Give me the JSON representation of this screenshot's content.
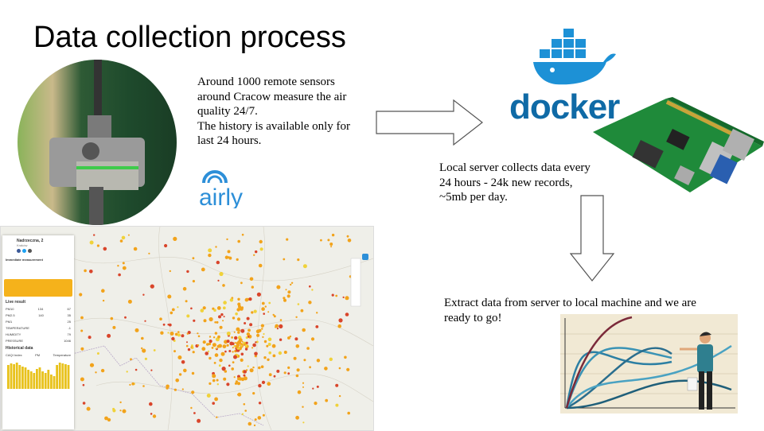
{
  "slide": {
    "title": "Data collection process",
    "sensor_text": [
      "Around 1000 remote sensors",
      "around Cracow measure the air",
      "quality 24/7.",
      "The history is available only for",
      "last 24 hours."
    ],
    "server_text": [
      "Local server collects data every",
      "24 hours - 24k new records,",
      "~5mb per day."
    ],
    "extract_text": [
      "Extract data from server to local machine and we are",
      "ready to go!"
    ],
    "airly_logo": "airly",
    "docker_logo": "docker"
  },
  "airly_panel": {
    "location": "Nadrzeczna, 2",
    "city": "Kraków",
    "section_measurement": "Immediate measurement",
    "live_result": "Live result",
    "rows": [
      {
        "label": "PM10",
        "v1": "134",
        "v2": "67"
      },
      {
        "label": "PM2.5",
        "v1": "140",
        "v2": "35"
      },
      {
        "label": "PM1",
        "v1": "",
        "v2": "25"
      },
      {
        "label": "TEMPERATURE",
        "v1": "",
        "v2": "-1"
      },
      {
        "label": "HUMIDITY",
        "v1": "",
        "v2": "79"
      },
      {
        "label": "PRESSURE",
        "v1": "",
        "v2": "1046"
      }
    ],
    "historical": "Historical data",
    "tabs": [
      "CAQI Index",
      "PM",
      "Temperature"
    ]
  },
  "colors": {
    "docker_blue": "#0f6aa6",
    "airly_blue": "#2d8fd8",
    "arrow_fill": "#ffffff",
    "arrow_stroke": "#555555",
    "map_dot_orange": "#f2a31b",
    "map_dot_red": "#d9452b",
    "bar_yellow": "#e8c21c"
  },
  "icons": [
    "docker-whale-icon",
    "arrow-right-icon",
    "arrow-down-icon",
    "raspberry-pi-board",
    "sensor-photo",
    "airly-logo",
    "map-screenshot",
    "analyst-illustration"
  ]
}
